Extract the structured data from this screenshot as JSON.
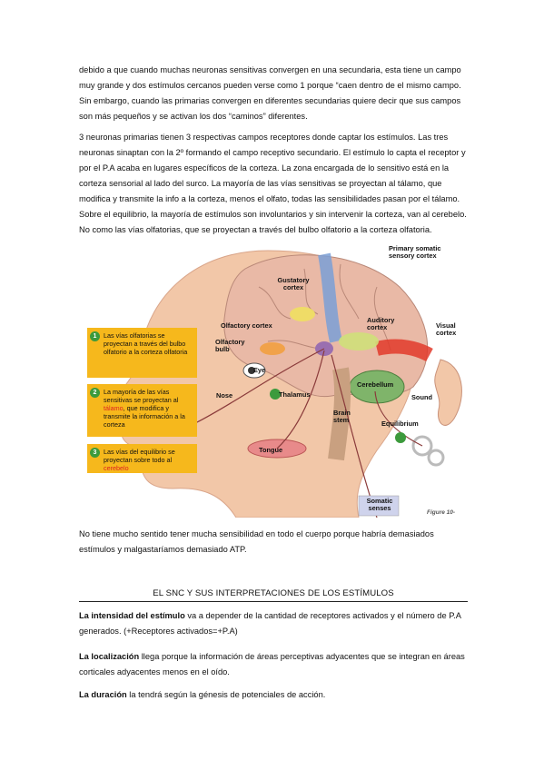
{
  "paragraphs": {
    "p1": "debido a que cuando muchas neuronas sensitivas convergen en una secundaria, esta tiene un campo muy grande y dos estímulos cercanos pueden verse como 1 porque “caen dentro de el mismo campo. Sin embargo, cuando  las primarias convergen en diferentes secundarias quiere decir que sus campos son más pequeños y se activan los dos “caminos” diferentes.",
    "p2": "3 neuronas primarias tienen 3 respectivas campos receptores donde captar los estímulos. Las tres neuronas sinaptan con la 2º formando el campo receptivo secundario.  El estímulo lo capta el receptor y por el P.A acaba en lugares específicos de la corteza. La zona encargada de lo sensitivo está en la corteza sensorial al lado del surco. La mayoría  de las vías sensitivas se proyectan al tálamo, que modifica y transmite la info a la corteza, menos el olfato, todas las sensibilidades pasan por el tálamo. Sobre el equilibrio, la mayoría de estímulos son involuntarios y sin intervenir la corteza, van al cerebelo. No como las vías olfatorias, que se proyectan a través del bulbo olfatorio a la corteza olfatoria.",
    "p3": "No tiene mucho sentido tener mucha sensibilidad en todo el cuerpo porque habría demasiados estímulos y malgastaríamos demasiado ATP."
  },
  "heading": "EL SNC Y SUS INTERPRETACIONES DE  LOS ESTÍMULOS",
  "items": [
    {
      "term": "La intensidad del estímulo",
      "text": " va a depender de la cantidad de receptores activados y el número de P.A generados. (+Receptores activados=+P.A)"
    },
    {
      "term": "La localización",
      "text": " llega porque la información de áreas perceptivas adyacentes que se integran en áreas corticales adyacentes menos en el oído."
    },
    {
      "term": "La duración",
      "text": " la tendrá según la génesis de potenciales de acción."
    }
  ],
  "figure": {
    "notes": [
      {
        "num": "1",
        "text": "Las vías olfatorias se proyectan a través del bulbo olfatorio a la corteza olfatoria"
      },
      {
        "num": "2",
        "text_a": "La mayoría de las vías sensitivas se proyectan al ",
        "text_red": "tálamo",
        "text_b": ", que modifica y transmite la información a la corteza"
      },
      {
        "num": "3",
        "text_a": "Las vías del equilibrio se proyectan sobre todo al ",
        "text_red": "cerebelo",
        "text_b": ""
      }
    ],
    "labels": {
      "primary_somatic": "Primary somatic sensory cortex",
      "gustatory": "Gustatory cortex",
      "olfactory_cortex": "Olfactory cortex",
      "olfactory_bulb": "Olfactory bulb",
      "auditory": "Auditory cortex",
      "visual": "Visual cortex",
      "eye": "Eye",
      "nose": "Nose",
      "thalamus": "Thalamus",
      "cerebellum": "Cerebellum",
      "sound": "Sound",
      "brain_stem": "Brain stem",
      "equilibrium": "Equilibrium",
      "tongue": "Tongue",
      "somatic_senses": "Somatic senses",
      "figure_ref": "Figure 10-"
    },
    "colors": {
      "note_bg": "#f6b81c",
      "badge": "#3c9a3c",
      "brain": "#e9b9a6",
      "skin": "#f2c7a8"
    }
  }
}
